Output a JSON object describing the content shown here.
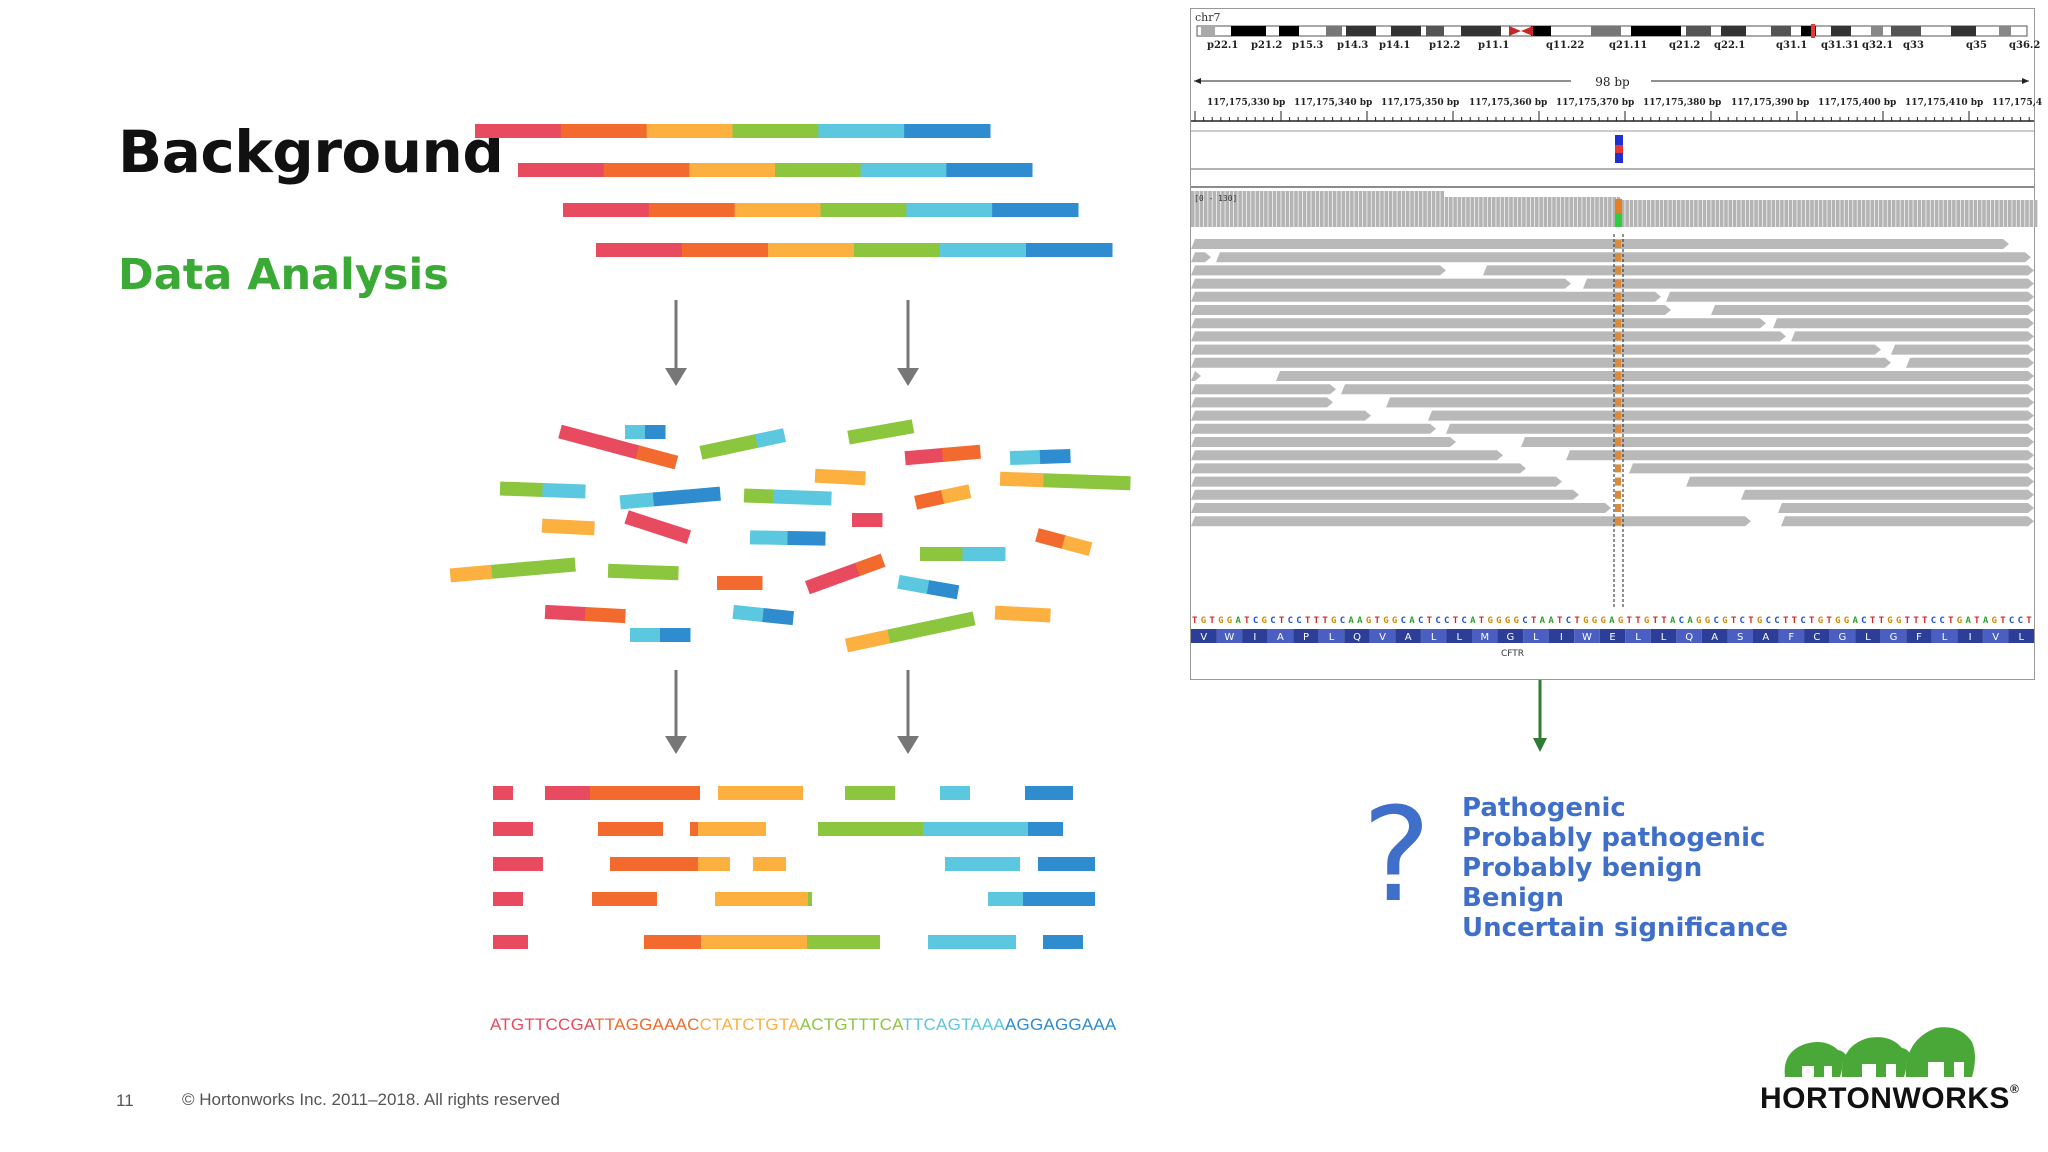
{
  "slide": {
    "title": "Background",
    "subtitle": "Data Analysis",
    "slide_number": "11",
    "copyright": "© Hortonworks Inc. 2011–2018. All rights reserved"
  },
  "sequence": "ATGTTCCGATTAGGAAACCTATCTGTAACTGTTTCATTCAGTAAAAGGAGGAAA",
  "igv": {
    "chromosome": "chr7",
    "bands": [
      "p22.1",
      "p21.2",
      "p15.3",
      "p14.3",
      "p14.1",
      "p12.2",
      "p11.1",
      "q11.22",
      "q21.11",
      "q21.2",
      "q22.1",
      "q31.1",
      "q31.31",
      "q32.1",
      "q33",
      "q35",
      "q36.2"
    ],
    "span": "98 bp",
    "positions": [
      "117,175,330 bp",
      "117,175,340 bp",
      "117,175,350 bp",
      "117,175,360 bp",
      "117,175,370 bp",
      "117,175,380 bp",
      "117,175,390 bp",
      "117,175,400 bp",
      "117,175,410 bp",
      "117,175,4"
    ],
    "coverage_range": "[0 - 130]",
    "reference_sequence": "TGTGGATCGCTCCTTTGCAAGTGGCACTCCTCATGGGGCTAATCTGGGAGTTGTTACAGGCGTCTGCCTTCTGTGGACTTGGTTTCCTGATAGTCCT",
    "amino_acids": [
      "V",
      "W",
      "I",
      "A",
      "P",
      "L",
      "Q",
      "V",
      "A",
      "L",
      "L",
      "M",
      "G",
      "L",
      "I",
      "W",
      "E",
      "L",
      "L",
      "Q",
      "A",
      "S",
      "A",
      "F",
      "C",
      "G",
      "L",
      "G",
      "F",
      "L",
      "I",
      "V",
      "L"
    ],
    "gene": "CFTR"
  },
  "classifications": [
    "Pathogenic",
    "Probably pathogenic",
    "Probably benign",
    "Benign",
    "Uncertain significance"
  ],
  "colors": {
    "red": "#e84a5f",
    "orange": "#f26a2d",
    "yellow": "#fbb040",
    "green": "#8cc63f",
    "cyan": "#5bc8e0",
    "blue": "#2e8ccf",
    "accent_green": "#3aa935",
    "accent_blue": "#3f6fc8"
  },
  "logo": {
    "text": "HORTONWORKS",
    "mark": "®"
  }
}
